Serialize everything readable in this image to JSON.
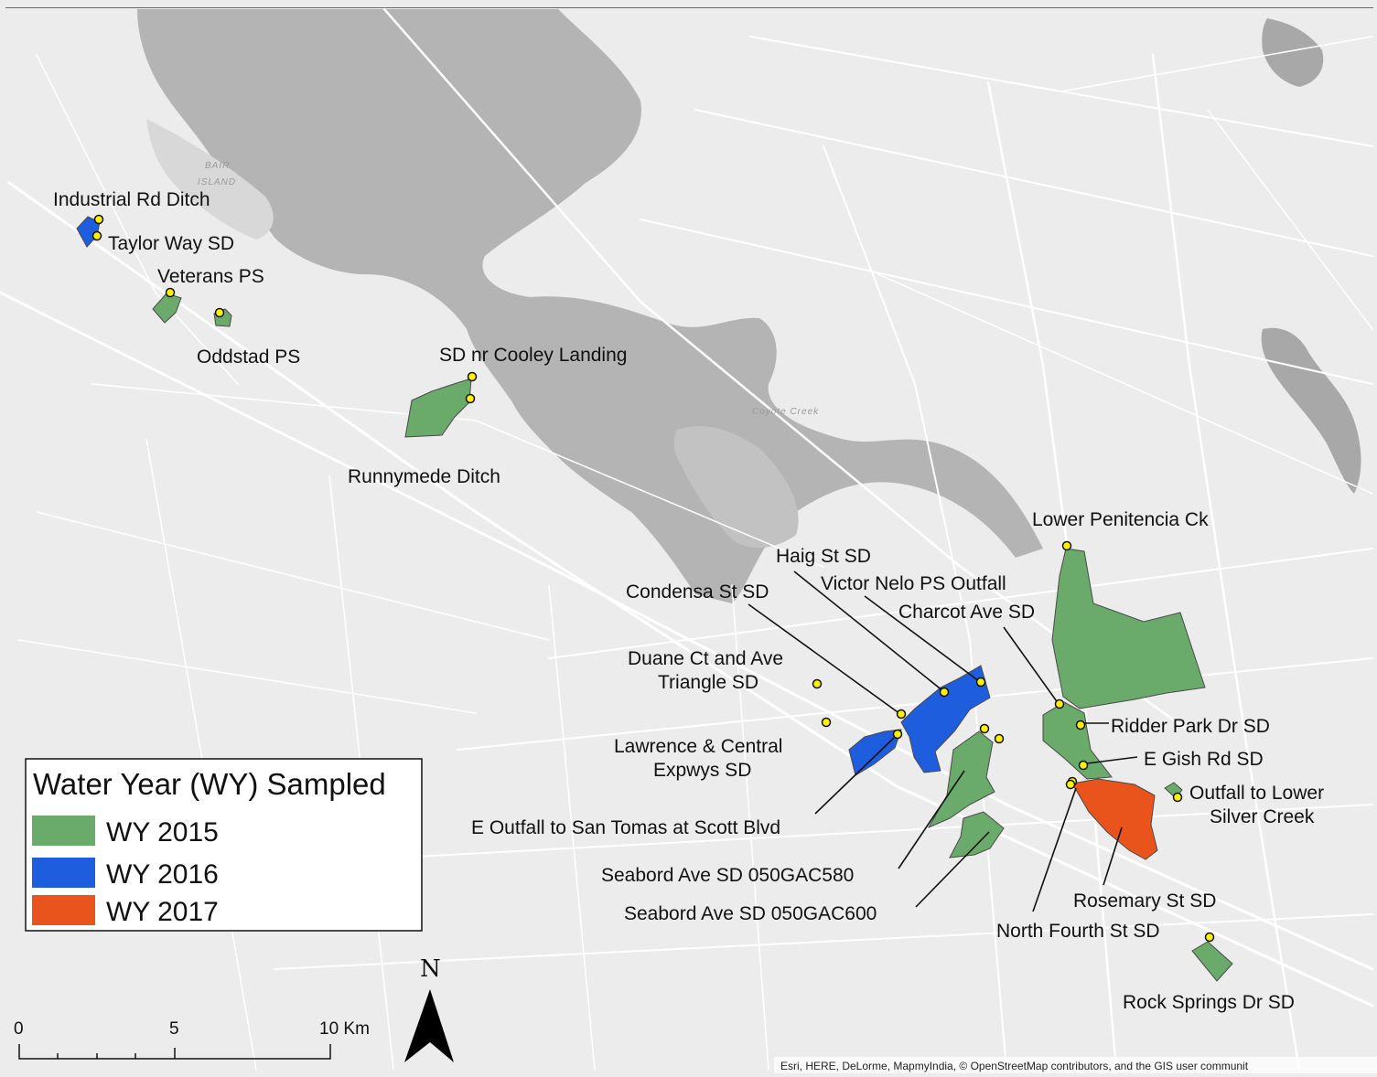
{
  "map": {
    "background_labels": [
      {
        "id": "bair-island",
        "lines": [
          "BAIR",
          "ISLAND"
        ]
      },
      {
        "id": "coyote-creek",
        "lines": [
          "Coyote Creek"
        ]
      }
    ],
    "colors": {
      "land": "#ececec",
      "water": "#b3b3b3",
      "road": "#ffffff",
      "wy2015": "#6aaa6a",
      "wy2016": "#1f5ddf",
      "wy2017": "#e8541c",
      "site_marker": "#fff200"
    },
    "site_labels": {
      "industrial_rd_ditch": [
        "Industrial Rd Ditch"
      ],
      "taylor_way_sd": [
        "Taylor Way SD"
      ],
      "veterans_ps": [
        "Veterans PS"
      ],
      "oddstad_ps": [
        "Oddstad PS"
      ],
      "sd_nr_cooley_landing": [
        "SD nr Cooley Landing"
      ],
      "runnymede_ditch": [
        "Runnymede Ditch"
      ],
      "lower_penitencia_ck": [
        "Lower Penitencia Ck"
      ],
      "haig_st_sd": [
        "Haig St SD"
      ],
      "victor_nelo_ps_outfall": [
        "Victor Nelo PS Outfall"
      ],
      "condensa_st_sd": [
        "Condensa St SD"
      ],
      "charcot_ave_sd": [
        "Charcot Ave SD"
      ],
      "duane_ct_and_ave_triangle_sd": [
        "Duane Ct and Ave",
        "Triangle SD"
      ],
      "ridder_park_dr_sd": [
        "Ridder Park Dr SD"
      ],
      "lawrence_central_expwys_sd": [
        "Lawrence & Central",
        "Expwys SD"
      ],
      "e_gish_rd_sd": [
        "E Gish Rd SD"
      ],
      "outfall_to_lower_silver_creek": [
        "Outfall to Lower",
        "Silver Creek"
      ],
      "e_outfall_to_san_tomas": [
        "E Outfall to San Tomas at Scott Blvd"
      ],
      "seabord_ave_sd_050gac580": [
        "Seabord Ave SD 050GAC580"
      ],
      "seabord_ave_sd_050gac600": [
        "Seabord Ave SD 050GAC600"
      ],
      "rosemary_st_sd": [
        "Rosemary St SD"
      ],
      "north_fourth_st_sd": [
        "North Fourth St SD"
      ],
      "rock_springs_dr_sd": [
        "Rock Springs Dr SD"
      ]
    },
    "legend": {
      "title": "Water Year (WY) Sampled",
      "items": [
        {
          "label": "WY 2015",
          "color": "#6aaa6a"
        },
        {
          "label": "WY 2016",
          "color": "#1f5ddf"
        },
        {
          "label": "WY 2017",
          "color": "#e8541c"
        }
      ]
    },
    "scale_bar": {
      "ticks": [
        "0",
        "5",
        "10 Km"
      ]
    },
    "north_arrow": {
      "label": "N",
      "icon": "north-arrow-icon"
    },
    "attribution": "Esri, HERE, DeLorme, MapmyIndia, © OpenStreetMap contributors, and the GIS user communit"
  }
}
